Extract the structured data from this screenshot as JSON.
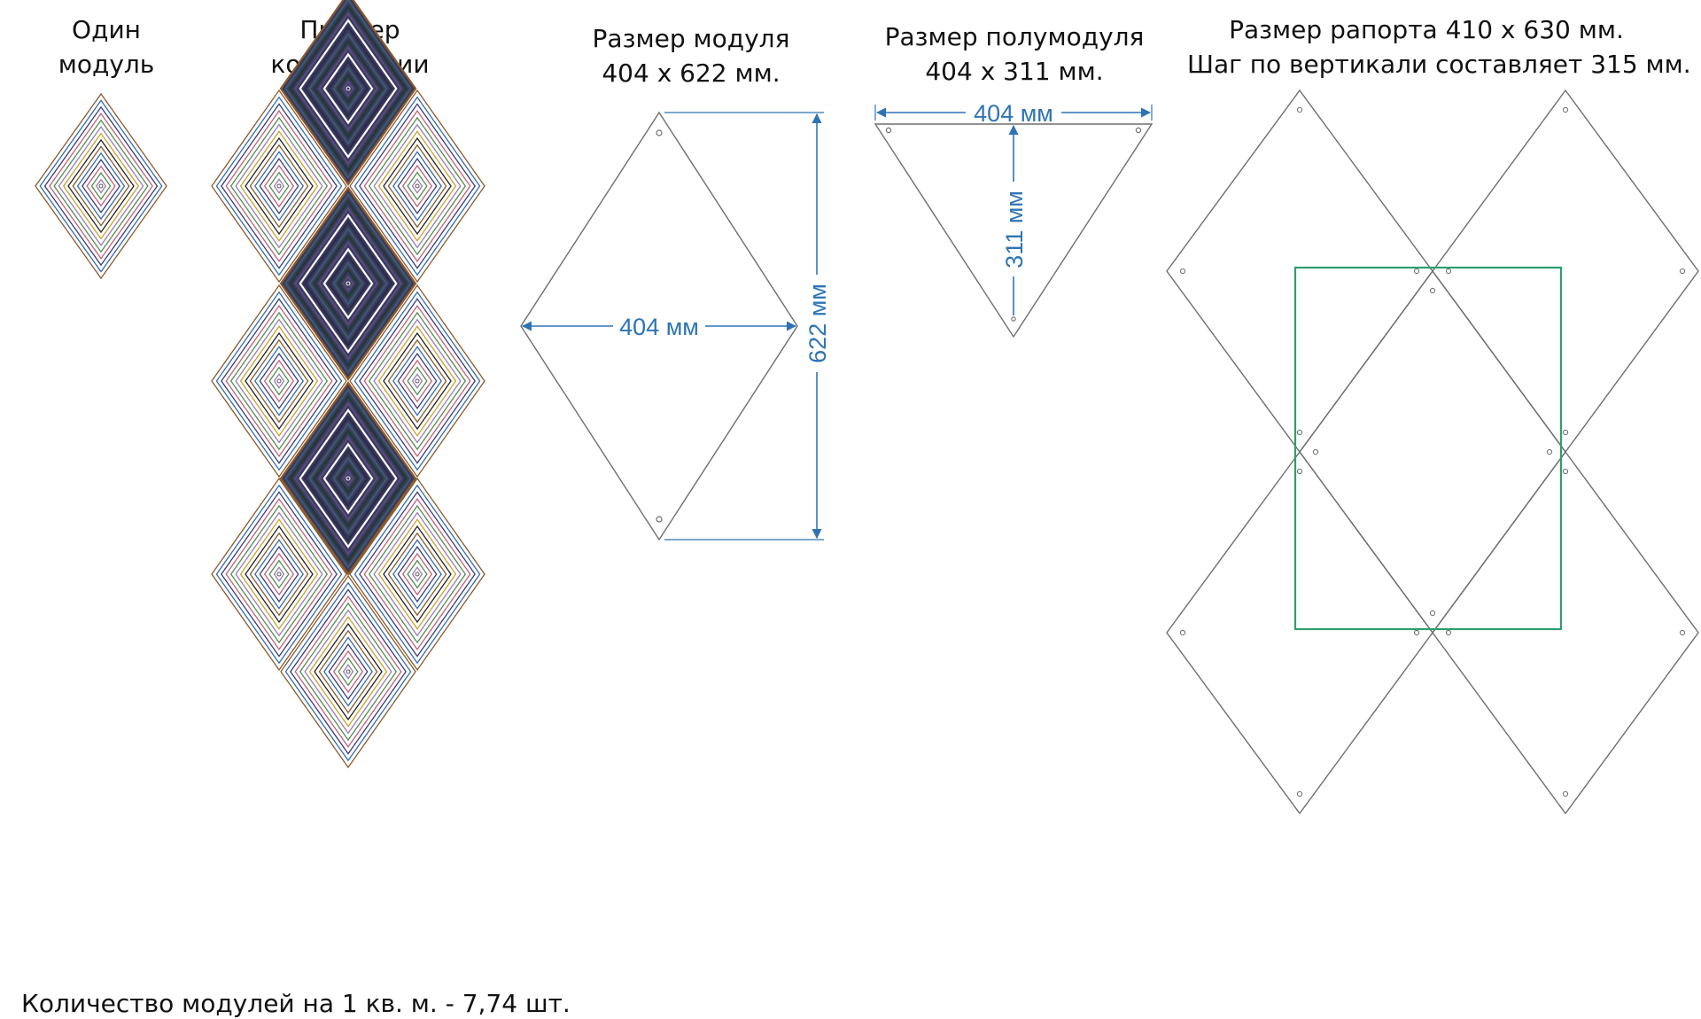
{
  "headings": {
    "one_module": [
      "Один",
      "модуль"
    ],
    "composition": [
      "Пример",
      "композиции"
    ],
    "module_size": [
      "Размер модуля",
      "404 х 622 мм."
    ],
    "half_module_size": [
      "Размер полумодуля",
      "404 х 311 мм."
    ],
    "repeat_size": [
      "Размер рапорта 410 х 630 мм.",
      "Шаг по вертикали составляет 315 мм."
    ]
  },
  "dimensions": {
    "module_width": "404 мм",
    "module_height": "622 мм",
    "half_width": "404 мм",
    "half_height": "311 мм"
  },
  "footer": "Количество модулей на 1 кв. м. - 7,74 шт.",
  "colors": {
    "dimension_blue": "#2e74b5",
    "outline_gray": "#6e6e6e",
    "repeat_frame_green": "#2f9e6e",
    "stripe_palette": [
      "#8b5a2b",
      "#2f6db5",
      "#3b3b7a",
      "#c0607a",
      "#4f8f4f",
      "#9a7bb5",
      "#c9a227",
      "#222222"
    ],
    "dark_stripe_palette": [
      "#2b2b4a",
      "#3d5a6e",
      "#1f3b2f",
      "#5a4a7a",
      "#ffffff"
    ]
  }
}
